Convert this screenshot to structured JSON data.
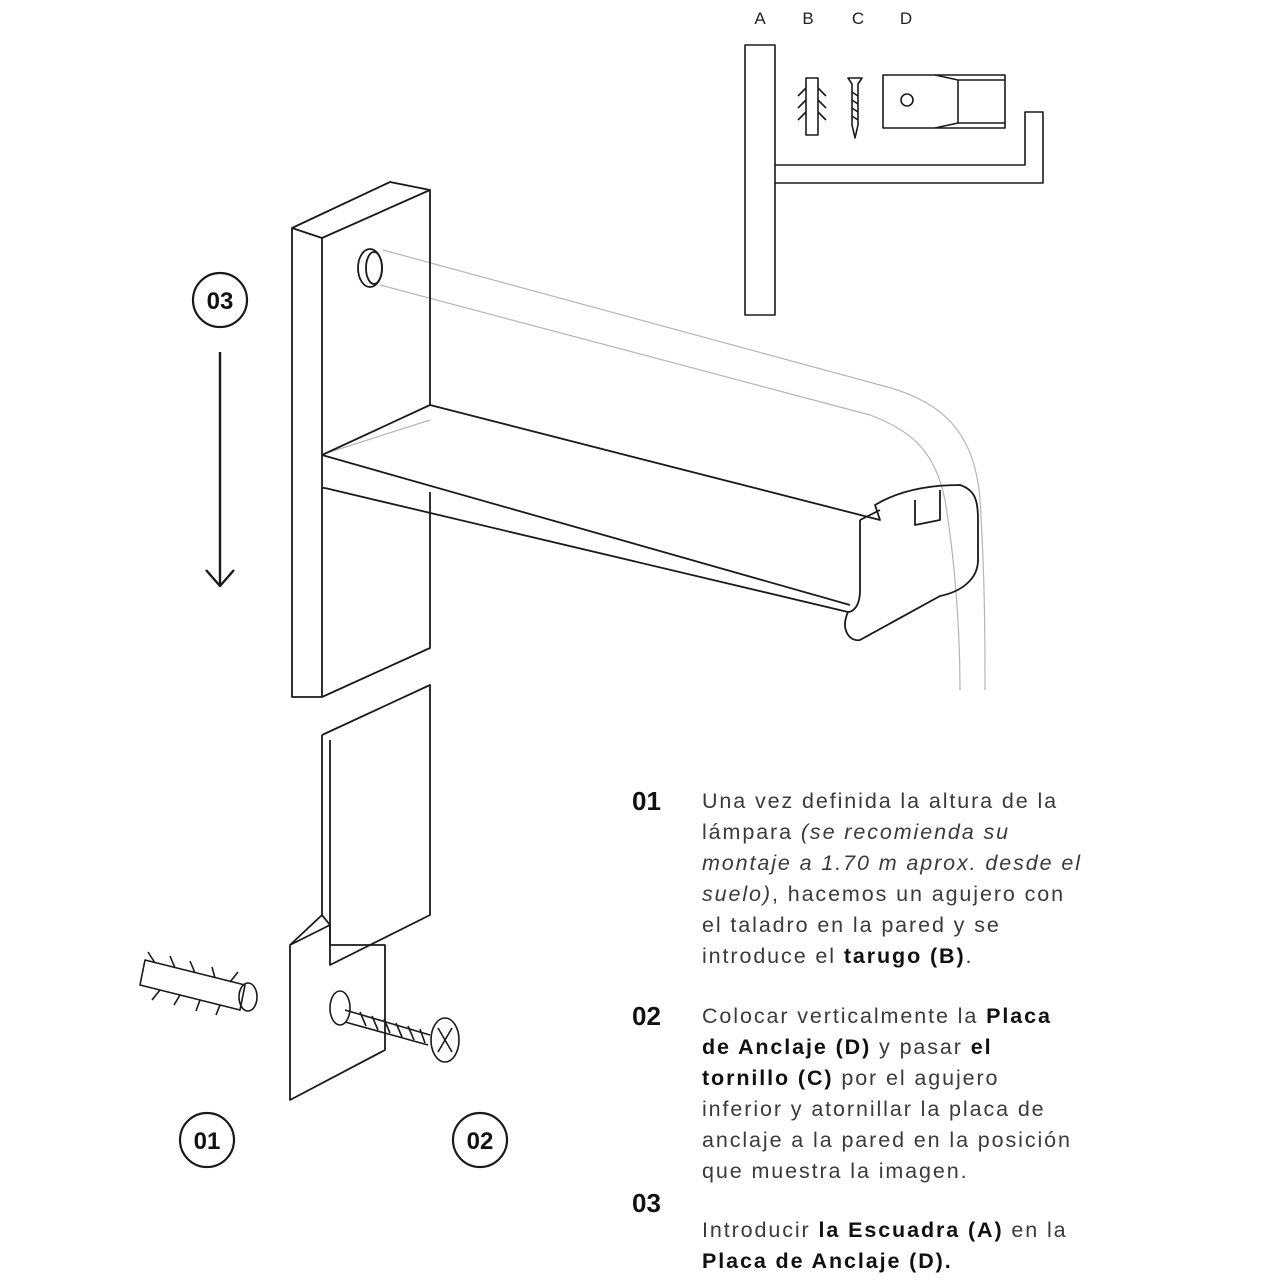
{
  "parts": [
    "A",
    "B",
    "C",
    "D"
  ],
  "diagram_steps": [
    "01",
    "02",
    "03"
  ],
  "colors": {
    "ink": "#1a1a1a",
    "cable": "#b5b5b5",
    "text": "#3a3a3a"
  },
  "steps": [
    {
      "number": "01",
      "lines": [
        [
          {
            "t": "Una vez definida la altura de la",
            "s": "n"
          }
        ],
        [
          {
            "t": "lámpara ",
            "s": "n"
          },
          {
            "t": "(se recomienda su",
            "s": "i"
          }
        ],
        [
          {
            "t": "montaje a 1.70 m aprox. desde el",
            "s": "i"
          }
        ],
        [
          {
            "t": "suelo)",
            "s": "i"
          },
          {
            "t": ", hacemos un agujero con",
            "s": "n"
          }
        ],
        [
          {
            "t": "el taladro en la pared y se",
            "s": "n"
          }
        ],
        [
          {
            "t": "introduce el ",
            "s": "n"
          },
          {
            "t": "tarugo (B)",
            "s": "b"
          },
          {
            "t": ".",
            "s": "n"
          }
        ]
      ]
    },
    {
      "number": "02",
      "lines": [
        [
          {
            "t": "Colocar verticalmente la ",
            "s": "n"
          },
          {
            "t": "Placa",
            "s": "b"
          }
        ],
        [
          {
            "t": "de Anclaje (D)",
            "s": "b"
          },
          {
            "t": " y pasar ",
            "s": "n"
          },
          {
            "t": "el",
            "s": "b"
          }
        ],
        [
          {
            "t": "tornillo (C)",
            "s": "b"
          },
          {
            "t": " por el agujero",
            "s": "n"
          }
        ],
        [
          {
            "t": "inferior y atornillar la placa de",
            "s": "n"
          }
        ],
        [
          {
            "t": "anclaje a la pared en la posición",
            "s": "n"
          }
        ],
        [
          {
            "t": "que muestra la imagen.",
            "s": "n"
          }
        ]
      ]
    },
    {
      "number": "03",
      "lines": [
        [
          {
            "t": "Introducir ",
            "s": "n"
          },
          {
            "t": "la Escuadra (A)",
            "s": "b"
          },
          {
            "t": " en la",
            "s": "n"
          }
        ],
        [
          {
            "t": "Placa de Anclaje (D).",
            "s": "b"
          }
        ]
      ]
    }
  ]
}
